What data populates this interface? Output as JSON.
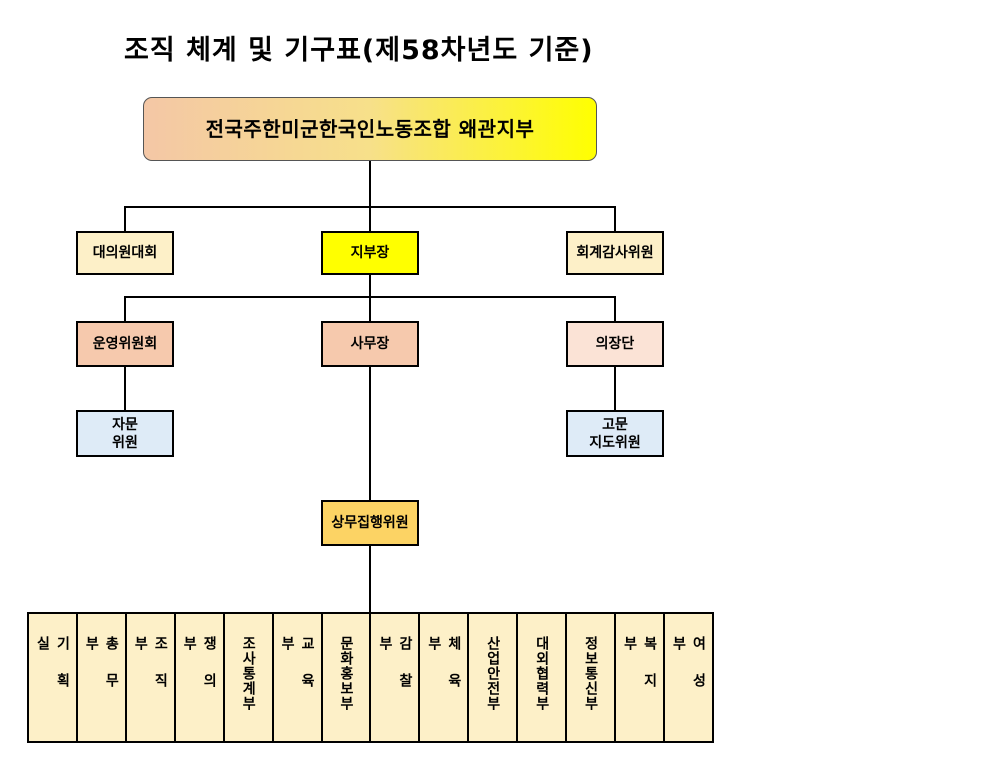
{
  "title": "조직 체계 및 기구표(제58차년도 기준)",
  "nodes": {
    "union": "전국주한미군한국인노동조합  왜관지부",
    "assembly": "대의원대회",
    "branch_chief": "지부장",
    "audit": "회계감사위원",
    "steering": "운영위원회",
    "secretary_general": "사무장",
    "chair_group": "의장단",
    "advisory": "자문\n위원",
    "counsel": "고문\n지도위원",
    "standing_exec": "상무집행위원"
  },
  "departments": [
    {
      "label": "기획실"
    },
    {
      "label": "총무부"
    },
    {
      "label": "조직부"
    },
    {
      "label": "쟁의부"
    },
    {
      "label": "조사통계부"
    },
    {
      "label": "교육부"
    },
    {
      "label": "문화홍보부"
    },
    {
      "label": "감찰부"
    },
    {
      "label": "체육부"
    },
    {
      "label": "산업안전부"
    },
    {
      "label": "대외협력부"
    },
    {
      "label": "정보통신부"
    },
    {
      "label": "복지부"
    },
    {
      "label": "여성부"
    }
  ],
  "colors": {
    "cream": "#fdf0c8",
    "yellow": "#ffff00",
    "salmon": "#f6c9ad",
    "pink": "#fbe3d6",
    "blue": "#deebf7",
    "gold": "#fcd364"
  }
}
